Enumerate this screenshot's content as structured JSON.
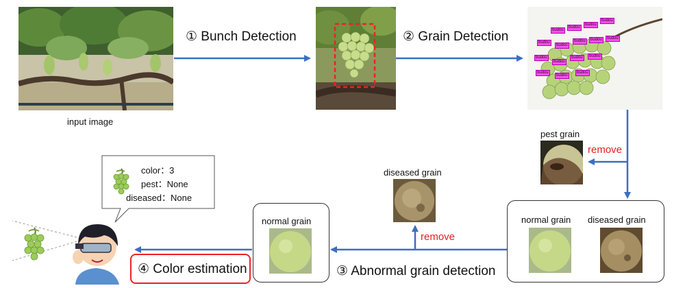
{
  "steps": {
    "s1": "① Bunch Detection",
    "s2": "② Grain Detection",
    "s3": "③ Abnormal grain detection",
    "s4": "④ Color estimation"
  },
  "captions": {
    "input_image": "input image",
    "pest_grain": "pest grain",
    "diseased_grain_top": "diseased grain",
    "normal_grain_left": "normal grain",
    "normal_grain_right": "normal grain",
    "diseased_grain_right": "diseased grain"
  },
  "remove_labels": {
    "pest": "remove",
    "diseased": "remove"
  },
  "detection_tag": "budou",
  "bubble": {
    "color_line": "color：3",
    "pest_line": "pest：None",
    "diseased_line": "diseased：None"
  },
  "colors": {
    "arrow": "#3d6fc0",
    "remove": "#e02020",
    "highlight_box": "#e22222",
    "tag": "#ff4df2"
  }
}
